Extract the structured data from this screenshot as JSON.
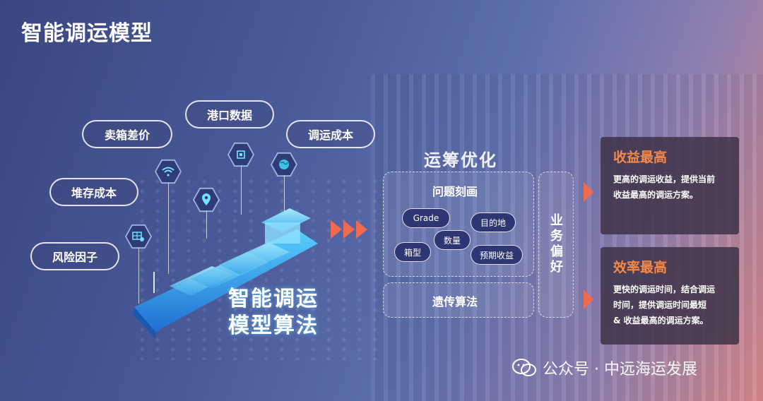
{
  "title": "智能调运模型",
  "factors": {
    "resale": "卖箱差价",
    "port": "港口数据",
    "transport": "调运成本",
    "storage": "堆存成本",
    "risk": "风险因子"
  },
  "center_label": [
    "智能调运",
    "模型算法"
  ],
  "section_title": "运筹优化",
  "problem_box": {
    "label": "问题刻画",
    "chips": [
      "Grade",
      "目的地",
      "数量",
      "箱型",
      "预期收益"
    ]
  },
  "genetic_box": {
    "label": "遗传算法"
  },
  "business_pref": "业务偏好",
  "cards": [
    {
      "title": "收益最高",
      "lines": [
        "更高的调运收益，提供当前",
        "收益最高的调运方案。"
      ]
    },
    {
      "title": "效率最高",
      "lines": [
        "更快的调运时间，结合调运",
        "时间，提供调运时间最短",
        "& 收益最高的调运方案。"
      ]
    }
  ],
  "watermark": "公众号 · 中远海运发展",
  "colors": {
    "accent": "#f06a4e",
    "card_title": "#f5894a",
    "icon": "#6fe3ff"
  },
  "icons": [
    "wifi-icon",
    "chip-icon",
    "globe-icon",
    "location-icon",
    "grid-icon",
    "wechat-icon"
  ]
}
